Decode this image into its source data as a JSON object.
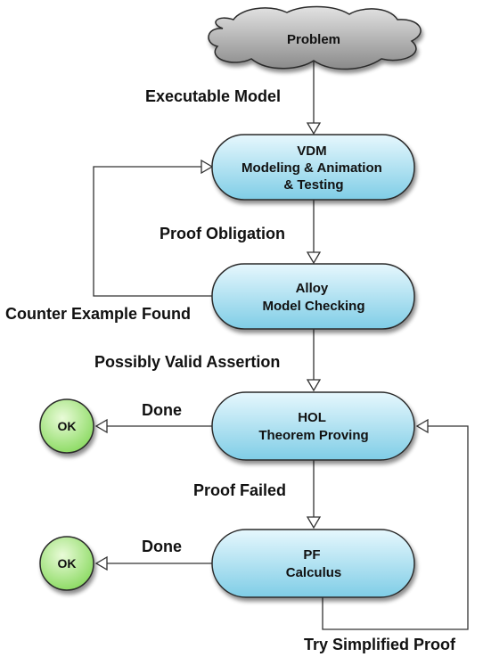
{
  "nodes": {
    "problem": "Problem",
    "vdm": [
      "VDM",
      "Modeling & Animation",
      "& Testing"
    ],
    "alloy": [
      "Alloy",
      "Model Checking"
    ],
    "hol": [
      "HOL",
      "Theorem Proving"
    ],
    "pf": [
      "PF",
      "Calculus"
    ],
    "ok1": "OK",
    "ok2": "OK"
  },
  "edges": {
    "executable_model": "Executable Model",
    "proof_obligation": "Proof Obligation",
    "counter_example_found": "Counter Example Found",
    "possibly_valid_assertion": "Possibly Valid Assertion",
    "done_hol": "Done",
    "proof_failed": "Proof Failed",
    "done_pf": "Done",
    "try_simplified_proof": "Try Simplified Proof"
  },
  "colors": {
    "process_fill_top": "#e6f7fd",
    "process_fill_bottom": "#7fcde6",
    "process_stroke": "#2a2a2a",
    "cloud_fill_top": "#e2e2e2",
    "cloud_fill_bottom": "#8a8a8a",
    "ok_fill_light": "#e9fbd8",
    "ok_fill_dark": "#88d95e"
  }
}
